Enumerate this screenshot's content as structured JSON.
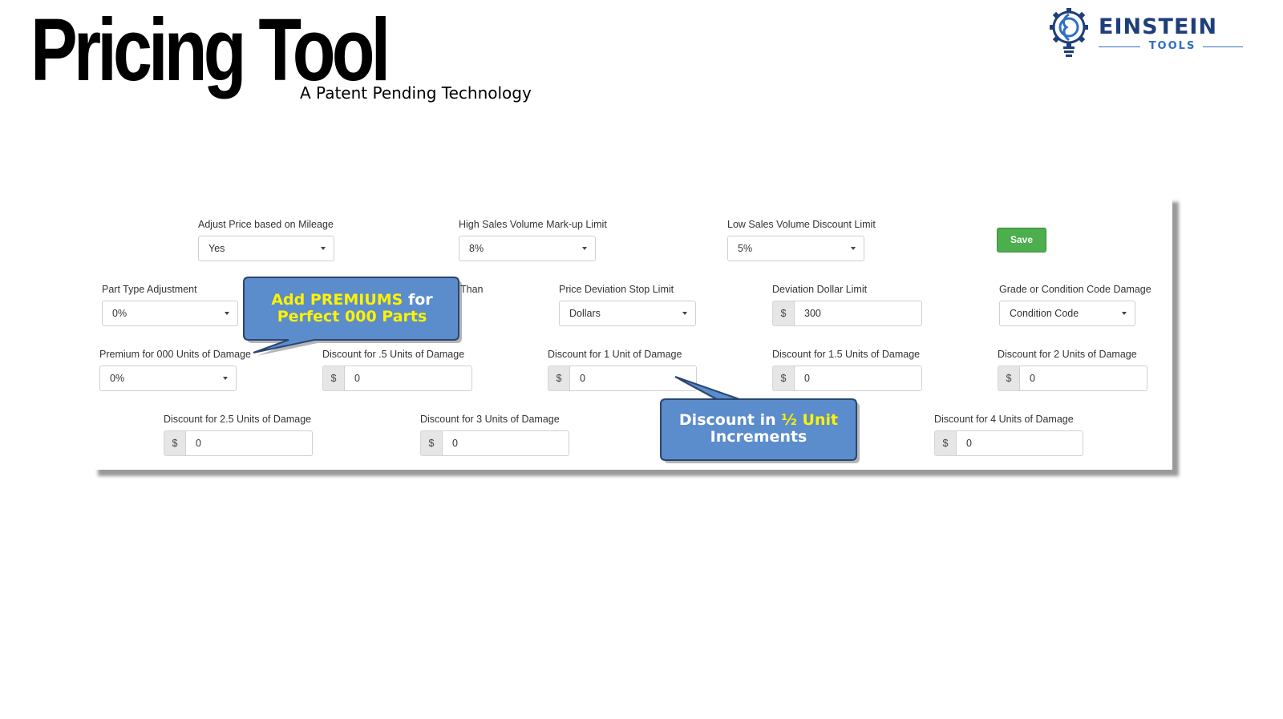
{
  "header": {
    "title": "Pricing Tool",
    "subtitle": "A Patent Pending Technology"
  },
  "logo": {
    "name": "EINSTEIN",
    "sub": "TOOLS",
    "colors": {
      "primary": "#1f3f7a",
      "accent": "#2f6fc3"
    }
  },
  "form": {
    "adjust_mileage": {
      "label": "Adjust Price based on Mileage",
      "value": "Yes"
    },
    "high_sales_markup": {
      "label": "High Sales Volume Mark-up Limit",
      "value": "8%"
    },
    "low_sales_discount": {
      "label": "Low Sales Volume Discount Limit",
      "value": "5%"
    },
    "save_label": "Save",
    "part_type_adjustment": {
      "label": "Part Type Adjustment",
      "value": "0%"
    },
    "partial_label": "Than",
    "price_deviation_stop": {
      "label": "Price Deviation Stop Limit",
      "value": "Dollars"
    },
    "deviation_dollar_limit": {
      "label": "Deviation Dollar Limit",
      "prefix": "$",
      "value": "300"
    },
    "grade_condition": {
      "label": "Grade or Condition Code Damage",
      "value": "Condition Code"
    },
    "premium_000": {
      "label": "Premium for 000 Units of Damage",
      "value": "0%"
    },
    "discount_05": {
      "label": "Discount for .5 Units of Damage",
      "prefix": "$",
      "value": "0"
    },
    "discount_1": {
      "label": "Discount for 1 Unit of Damage",
      "prefix": "$",
      "value": "0"
    },
    "discount_15": {
      "label": "Discount for 1.5 Units of Damage",
      "prefix": "$",
      "value": "0"
    },
    "discount_2": {
      "label": "Discount for 2 Units of Damage",
      "prefix": "$",
      "value": "0"
    },
    "discount_25": {
      "label": "Discount for 2.5 Units of Damage",
      "prefix": "$",
      "value": "0"
    },
    "discount_3": {
      "label": "Discount for 3 Units of Damage",
      "prefix": "$",
      "value": "0"
    },
    "discount_4": {
      "label": "Discount for 4 Units of Damage",
      "prefix": "$",
      "value": "0"
    }
  },
  "callouts": {
    "premium": {
      "line1_yellow": "Add PREMIUMS",
      "line1_white": " for",
      "line2_yellow": "Perfect 000 Parts"
    },
    "discount": {
      "line1_white": "Discount in ",
      "line1_yellow": "½ Unit",
      "line2_white": "Increments"
    }
  },
  "colors": {
    "save_button": "#4cae4c",
    "callout_fill": "#5b8ccc",
    "callout_border": "#2a4670",
    "callout_highlight": "#fff200"
  }
}
